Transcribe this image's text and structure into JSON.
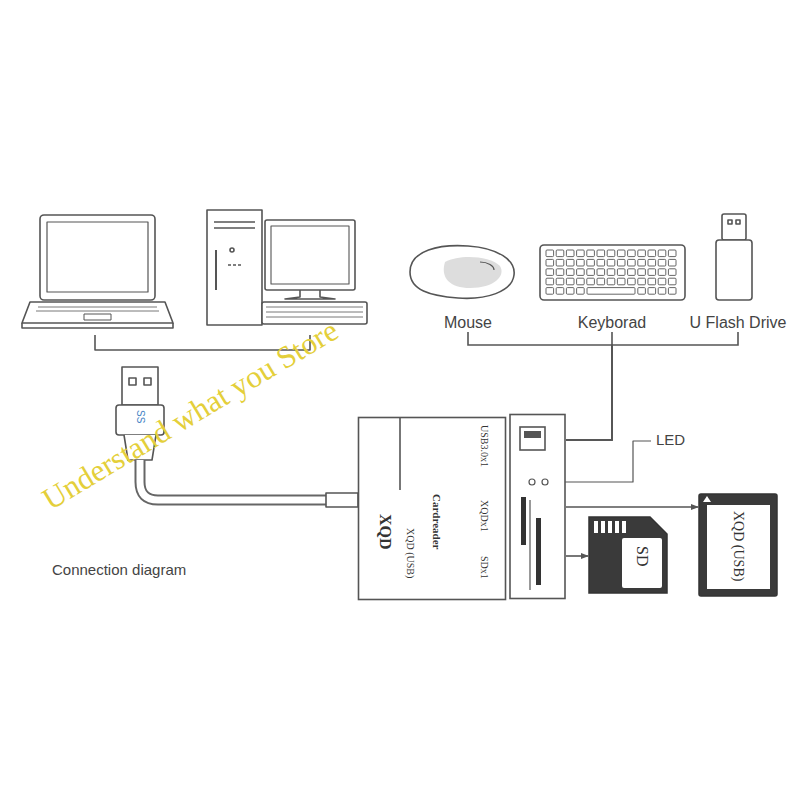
{
  "diagram": {
    "nodes": [
      {
        "text": [
          "Mouse"
        ]
      },
      {
        "text": [
          "Keyborad"
        ]
      },
      {
        "text": [
          "U Flash Drive"
        ]
      },
      {
        "text": [
          "XQD",
          "XQD (USB)",
          "Cardreader",
          "USB3.0x1",
          "XQDx1",
          "SDx1"
        ]
      },
      {
        "text": [
          "SD"
        ]
      },
      {
        "text": [
          "XQD (USB)"
        ]
      }
    ],
    "edges": [
      {
        "from": 0,
        "to": 3,
        "arrow": "none"
      },
      {
        "from": 1,
        "to": 3,
        "arrow": "none"
      },
      {
        "from": 2,
        "to": 3,
        "arrow": "none"
      },
      {
        "from": 3,
        "to": 5,
        "arrow": "to"
      },
      {
        "from": 3,
        "to": 4,
        "arrow": "to"
      }
    ],
    "labels": [
      "LED",
      "Connection diagram",
      "SS",
      "Understand what you Store"
    ]
  }
}
